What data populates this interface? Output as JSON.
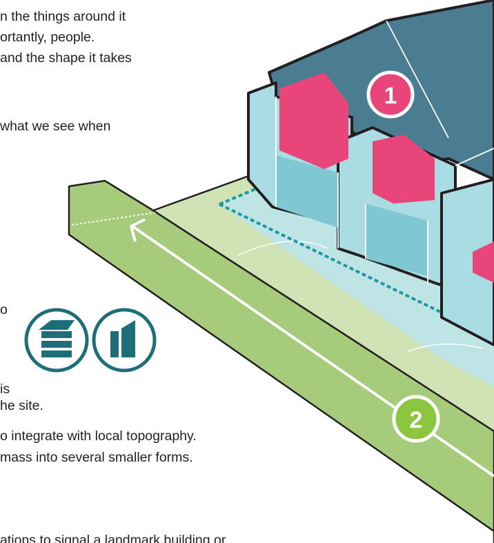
{
  "intro_lines": [
    "n the things around it",
    "ortantly, people.",
    "and the shape it takes",
    "what we see when"
  ],
  "body_lines": [
    "o",
    "is",
    "he site.",
    "o integrate with local topography.",
    "mass into several smaller forms.",
    "ations to signal a landmark building or"
  ],
  "markers": {
    "marker_1": "1",
    "marker_2": "2"
  },
  "icons": {
    "icon_1": "stacked-blocks-icon",
    "icon_2": "tall-building-icon"
  },
  "colors": {
    "roof": "#4a7d92",
    "wall_light": "#a9dce3",
    "wall_mid": "#7fc7d2",
    "accent_pink": "#e8457a",
    "plot_green": "#a6cb7a",
    "plot_light_green": "#cfe3b4",
    "footprint_blue": "#bfe4e6",
    "marker_green": "#8cc540",
    "icon_teal": "#1e6e79",
    "setback_line": "#1a9a9e"
  }
}
